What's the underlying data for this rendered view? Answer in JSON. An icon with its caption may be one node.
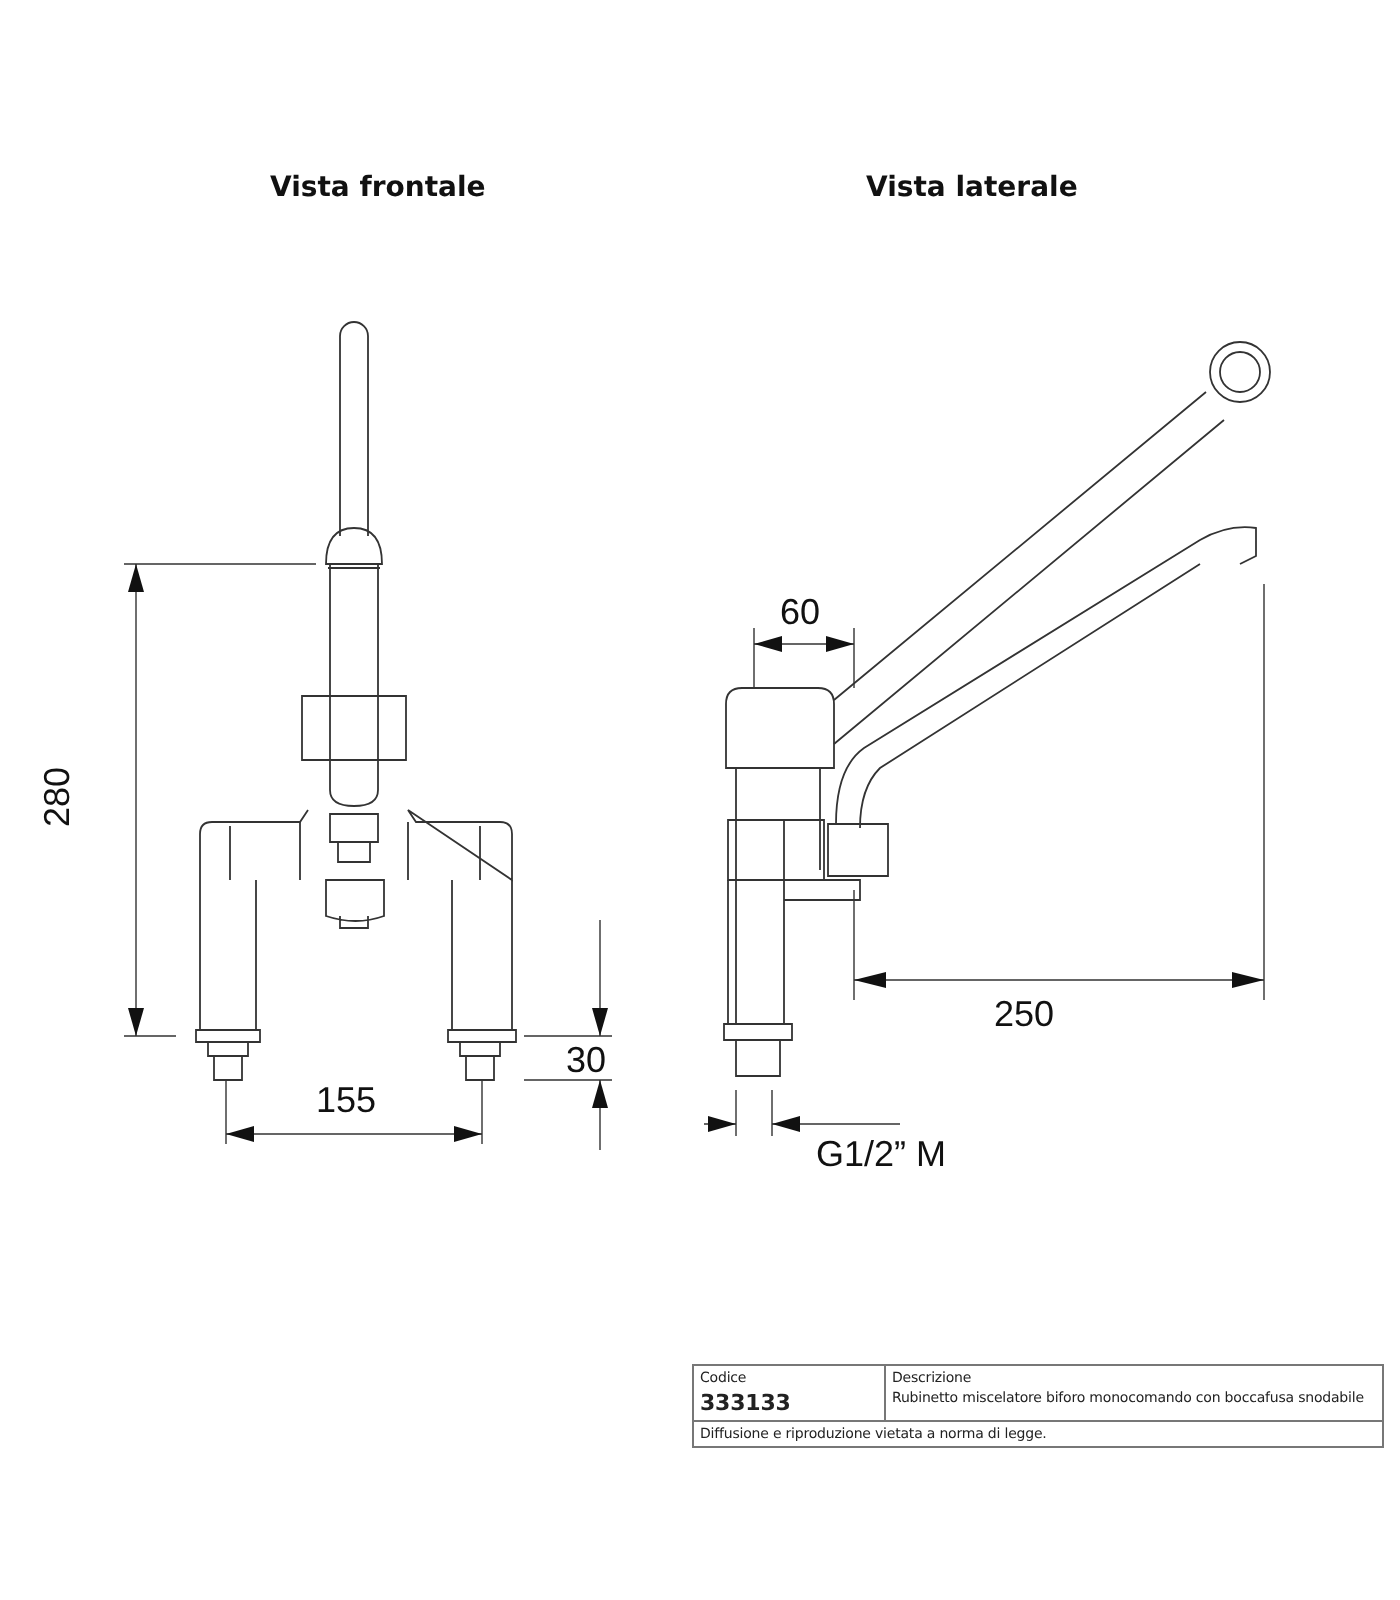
{
  "diagram": {
    "labels": [
      "Vista frontale",
      "Vista laterale",
      "280",
      "155",
      "30",
      "60",
      "250",
      "G1/2” M",
      "Codice",
      "333133",
      "Descrizione",
      "Rubinetto miscelatore biforo monocomando con boccafusa snodabile",
      "Diffusione e riproduzione vietata a norma di legge."
    ]
  }
}
